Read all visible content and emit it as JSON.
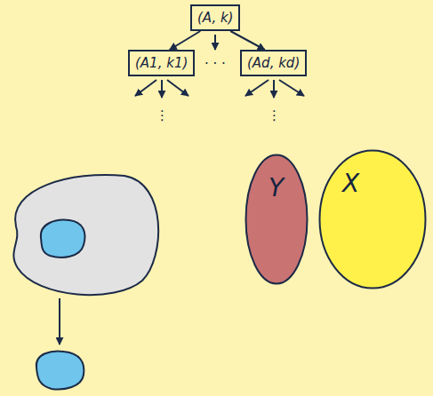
{
  "diagram": {
    "nodes": [
      {
        "text": [
          "(A, k)"
        ]
      },
      {
        "text": [
          "(A1, k1)"
        ]
      },
      {
        "text": [
          "(Ad, kd)"
        ]
      },
      {
        "text": [
          "Y"
        ]
      },
      {
        "text": [
          "X"
        ]
      }
    ],
    "edges": [
      {
        "from": 0,
        "to": 1,
        "arrow": "to"
      },
      {
        "from": 0,
        "to": 2,
        "arrow": "to"
      }
    ],
    "labels": [
      "· · ·",
      "⋮",
      "⋮"
    ]
  }
}
